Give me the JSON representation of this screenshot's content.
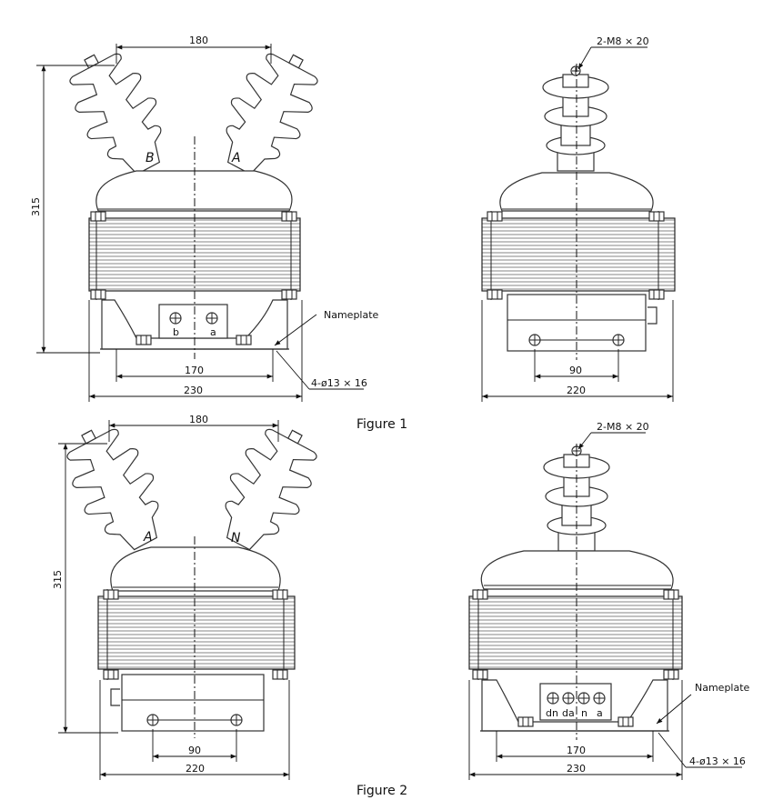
{
  "figure1": {
    "caption": "Figure 1",
    "front": {
      "dim_top": "180",
      "dim_height": "315",
      "insulator_left": "B",
      "insulator_right": "A",
      "terminal_left": "b",
      "terminal_right": "a",
      "dim_base_inner": "170",
      "dim_base_outer": "230",
      "nameplate": "Nameplate",
      "holes": "4-ø13 × 16"
    },
    "side": {
      "bolt": "2-M8 × 20",
      "dim_inner": "90",
      "dim_outer": "220"
    }
  },
  "figure2": {
    "caption": "Figure 2",
    "front": {
      "dim_top": "180",
      "dim_height": "315",
      "insulator_left": "A",
      "insulator_right": "N",
      "dim_inner": "90",
      "dim_outer": "220"
    },
    "side": {
      "bolt": "2-M8 × 20",
      "terminals": [
        "dn",
        "da",
        "n",
        "a"
      ],
      "nameplate": "Nameplate",
      "dim_base_inner": "170",
      "dim_base_outer": "230",
      "holes": "4-ø13 × 16"
    }
  }
}
